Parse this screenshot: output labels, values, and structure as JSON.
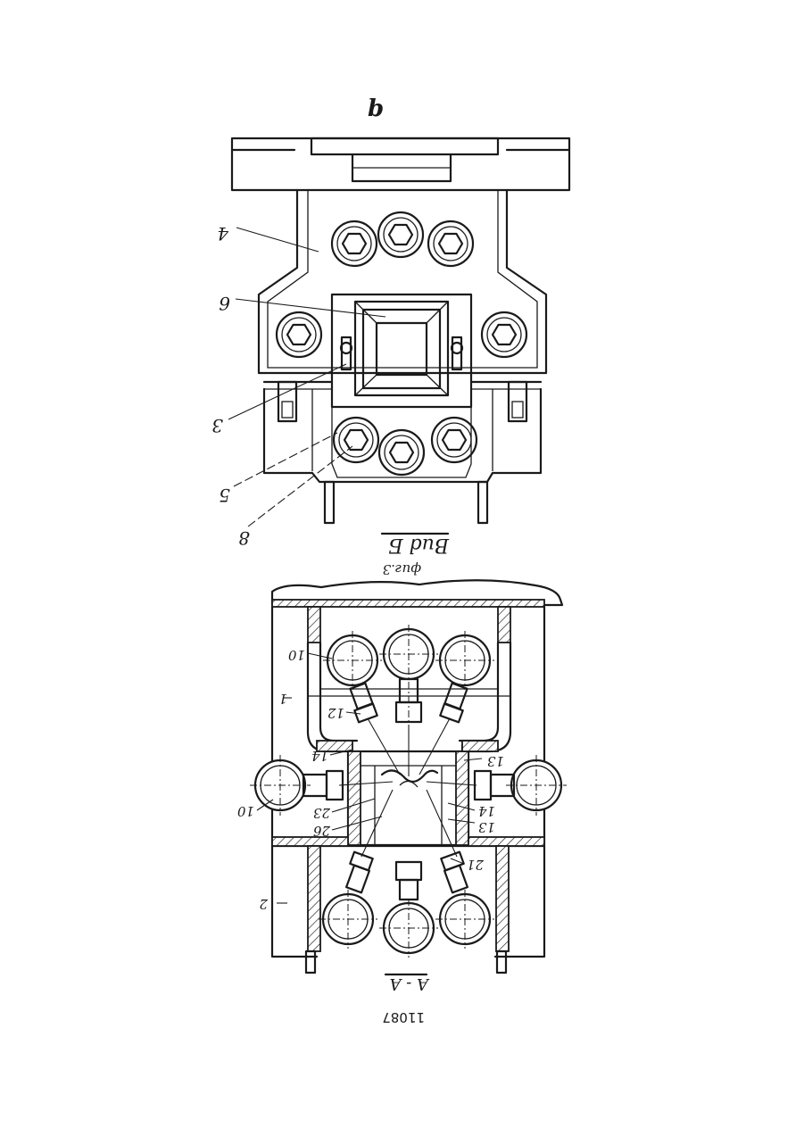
{
  "top_letter": "b",
  "view_b": {
    "caption": "Bud Б",
    "callouts": [
      "4",
      "6",
      "3",
      "5",
      "8"
    ]
  },
  "figure_caption": "фиг.3",
  "section_aa": {
    "caption": "A - A",
    "callouts": [
      "10",
      "1",
      "12",
      "14",
      "13",
      "10",
      "23",
      "26",
      "14",
      "13",
      "21",
      "2"
    ]
  },
  "page_number": "11087"
}
